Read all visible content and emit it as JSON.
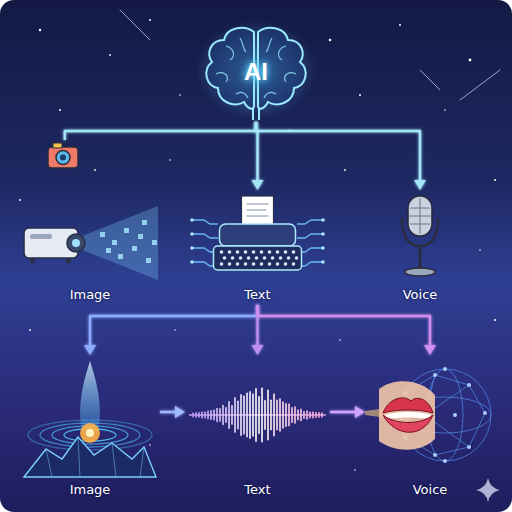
{
  "diagram": {
    "nodes": [
      {
        "text": [
          "AI"
        ]
      },
      {
        "text": [
          "Image"
        ]
      },
      {
        "text": [
          "Text"
        ]
      },
      {
        "text": [
          "Voice"
        ]
      },
      {
        "text": [
          "Image"
        ]
      },
      {
        "text": [
          "Text"
        ]
      },
      {
        "text": [
          "Voice"
        ]
      }
    ],
    "edges": [
      {
        "from": 0,
        "to": 1,
        "arrow": "none"
      },
      {
        "from": 0,
        "to": 2,
        "arrow": "to"
      },
      {
        "from": 0,
        "to": 3,
        "arrow": "to"
      },
      {
        "from": 2,
        "to": 4,
        "arrow": "to"
      },
      {
        "from": 2,
        "to": 5,
        "arrow": "to"
      },
      {
        "from": 2,
        "to": 6,
        "arrow": "to"
      },
      {
        "from": 4,
        "to": 5,
        "arrow": "to"
      },
      {
        "from": 5,
        "to": 6,
        "arrow": "to"
      }
    ]
  }
}
